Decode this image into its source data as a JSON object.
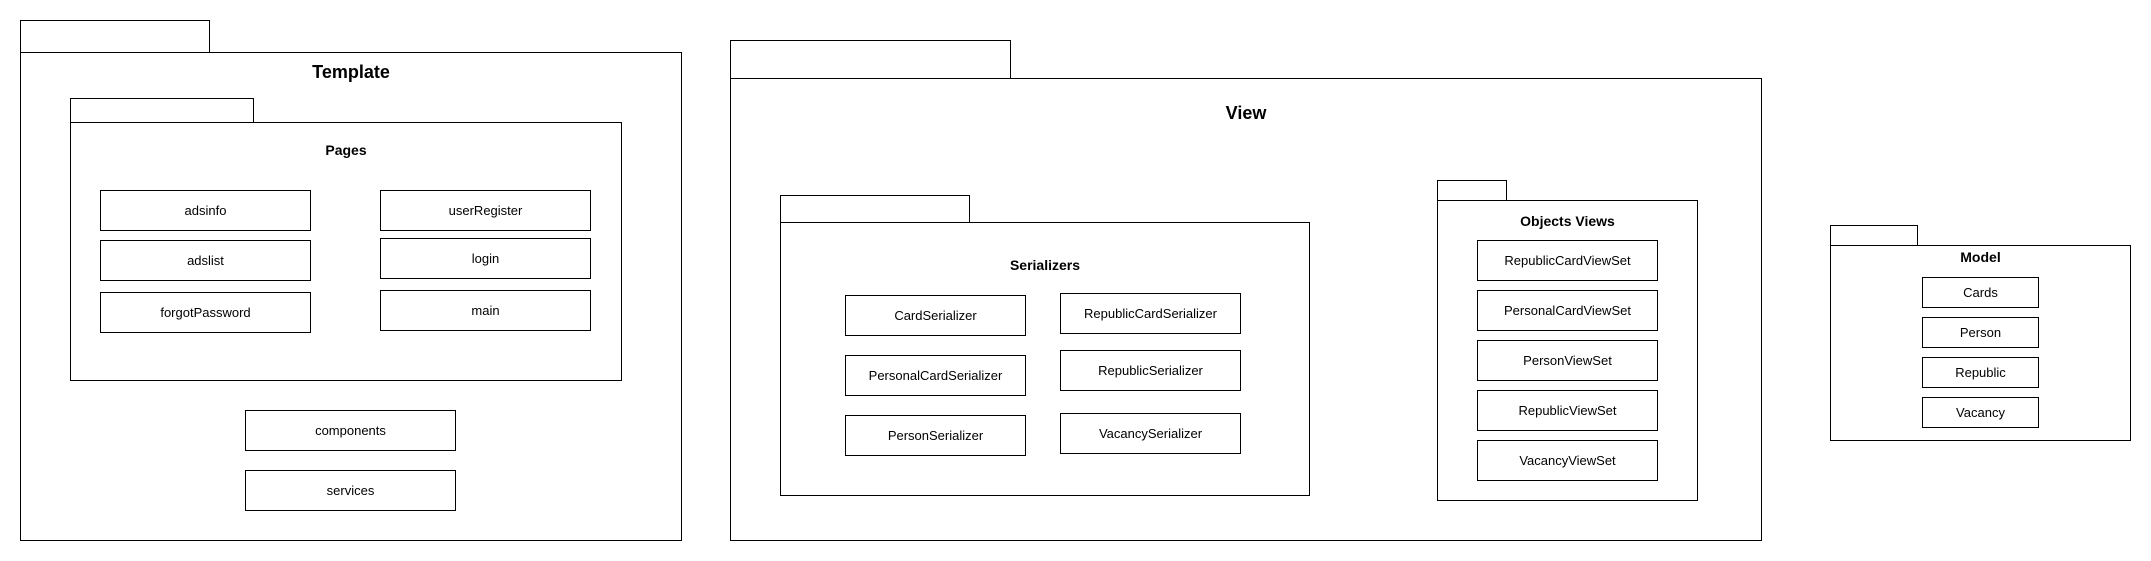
{
  "packages": {
    "template": {
      "title": "Template",
      "pages": {
        "title": "Pages",
        "items": [
          "adsinfo",
          "adslist",
          "forgotPassword",
          "userRegister",
          "login",
          "main"
        ]
      },
      "items": [
        "components",
        "services"
      ]
    },
    "view": {
      "title": "View",
      "serializers": {
        "title": "Serializers",
        "items": [
          "CardSerializer",
          "PersonalCardSerializer",
          "PersonSerializer",
          "RepublicCardSerializer",
          "RepublicSerializer",
          "VacancySerializer"
        ]
      },
      "objects_views": {
        "title": "Objects Views",
        "items": [
          "RepublicCardViewSet",
          "PersonalCardViewSet",
          "PersonViewSet",
          "RepublicViewSet",
          "VacancyViewSet"
        ]
      }
    },
    "model": {
      "title": "Model",
      "items": [
        "Cards",
        "Person",
        "Republic",
        "Vacancy"
      ]
    }
  }
}
